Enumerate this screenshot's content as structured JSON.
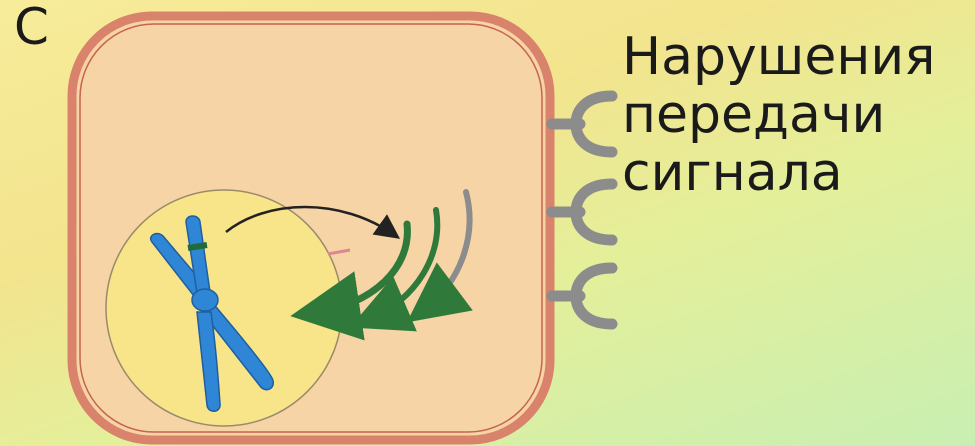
{
  "panel_label": "C",
  "caption": {
    "line1": "Нарушения",
    "line2": "передачи",
    "line3": "сигнала"
  },
  "colors": {
    "background_top": "#f7ec9a",
    "background_bottom": "#c8efb2",
    "cell_fill": "#f6d4a6",
    "cell_outline": "#d9826c",
    "nucleus_fill": "#f8e58a",
    "chromosome": "#2f86d6",
    "receptor": "#8c8c8c",
    "signal_arrow": "#2f7a3a"
  },
  "icons": {
    "receptors": "receptor-icon",
    "chromosome": "chromosome-icon"
  }
}
